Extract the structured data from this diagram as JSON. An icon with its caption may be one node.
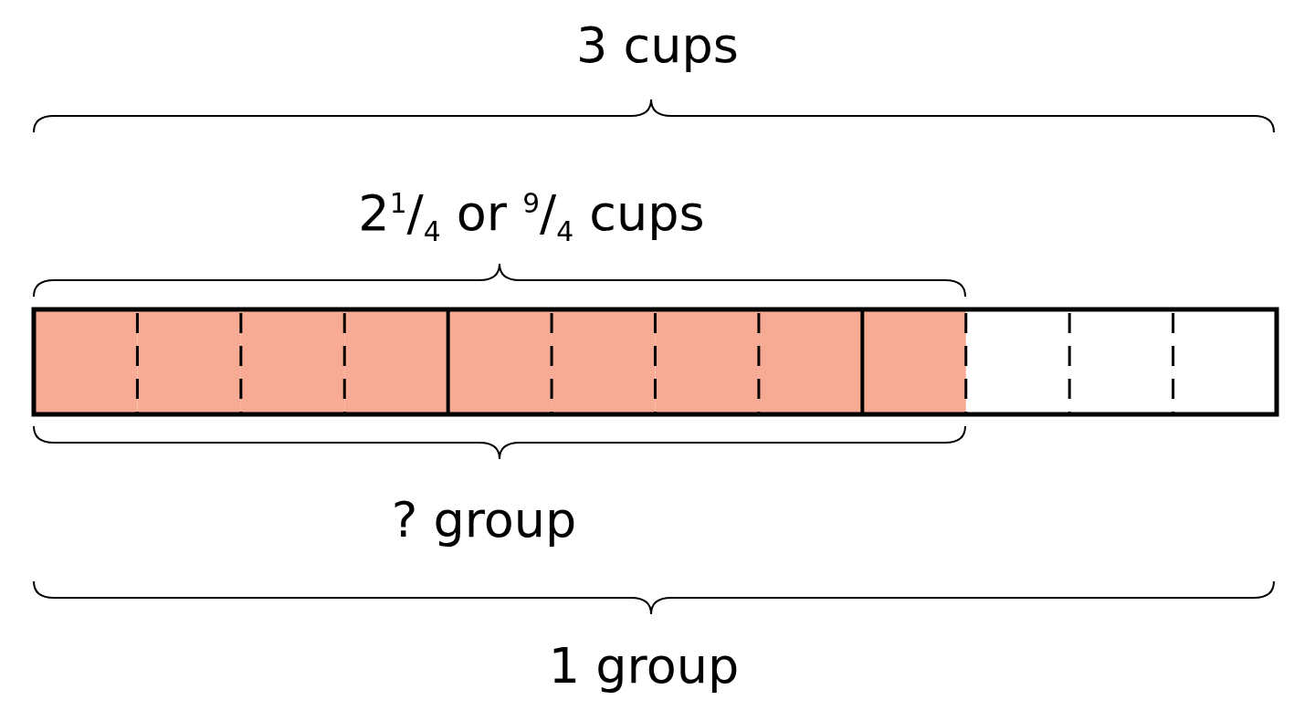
{
  "diagram": {
    "labels": [
      "3 cups",
      "2$^{1}$/$_{4}$ or $^{9}$/$_{4}$ cups",
      "? group",
      "1 group"
    ]
  }
}
